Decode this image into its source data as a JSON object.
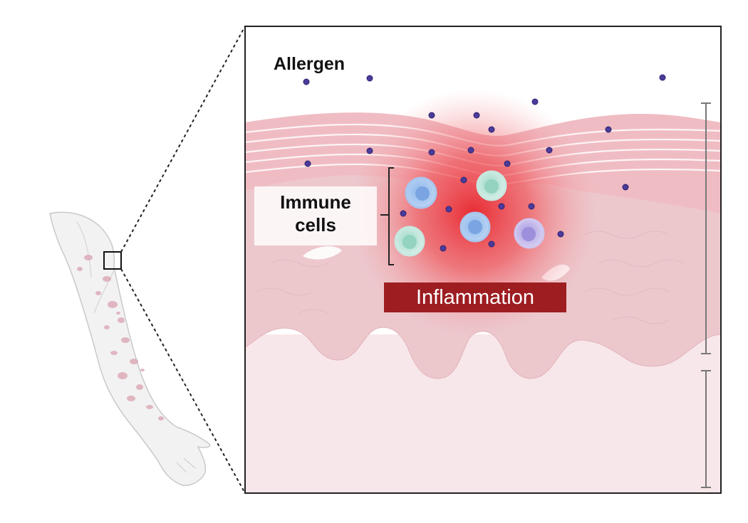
{
  "labels": {
    "allergen": "Allergen",
    "immune_line1": "Immune",
    "immune_line2": "cells",
    "inflammation": "Inflammation"
  },
  "colors": {
    "inflammation_box": "#9d1d21",
    "allergen_particle": "#4b3b9a",
    "skin_upper": "#f0b9bf",
    "dermis": "#f7e6e8",
    "inflammation_glow": "#e8242c"
  },
  "icons": [
    "arm-icon",
    "allergen-particle-icon",
    "immune-cell-icon"
  ]
}
